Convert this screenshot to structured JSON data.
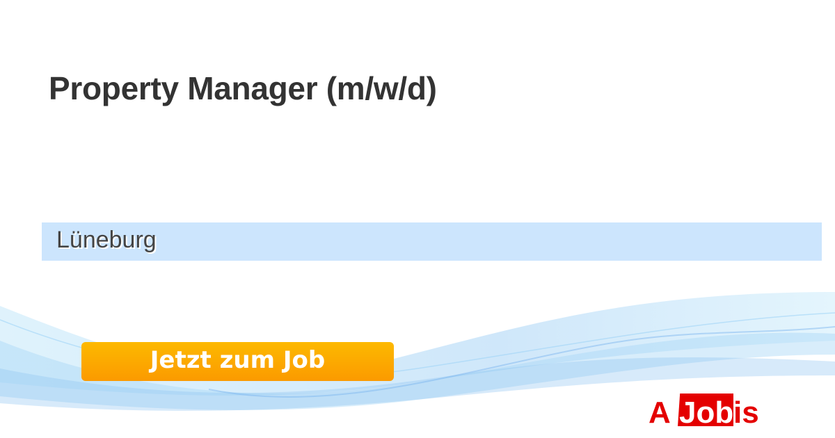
{
  "job": {
    "title": "Property Manager (m/w/d)",
    "location": "Lüneburg"
  },
  "cta": {
    "label": "Jetzt zum Job"
  },
  "logo": {
    "text": "AJobis",
    "part_a": "A",
    "part_job": "Job",
    "part_is": "is"
  },
  "colors": {
    "accent": "#fb9a00",
    "brand_red": "#e40000",
    "location_bg": "#cce5fd",
    "title": "#333333"
  }
}
